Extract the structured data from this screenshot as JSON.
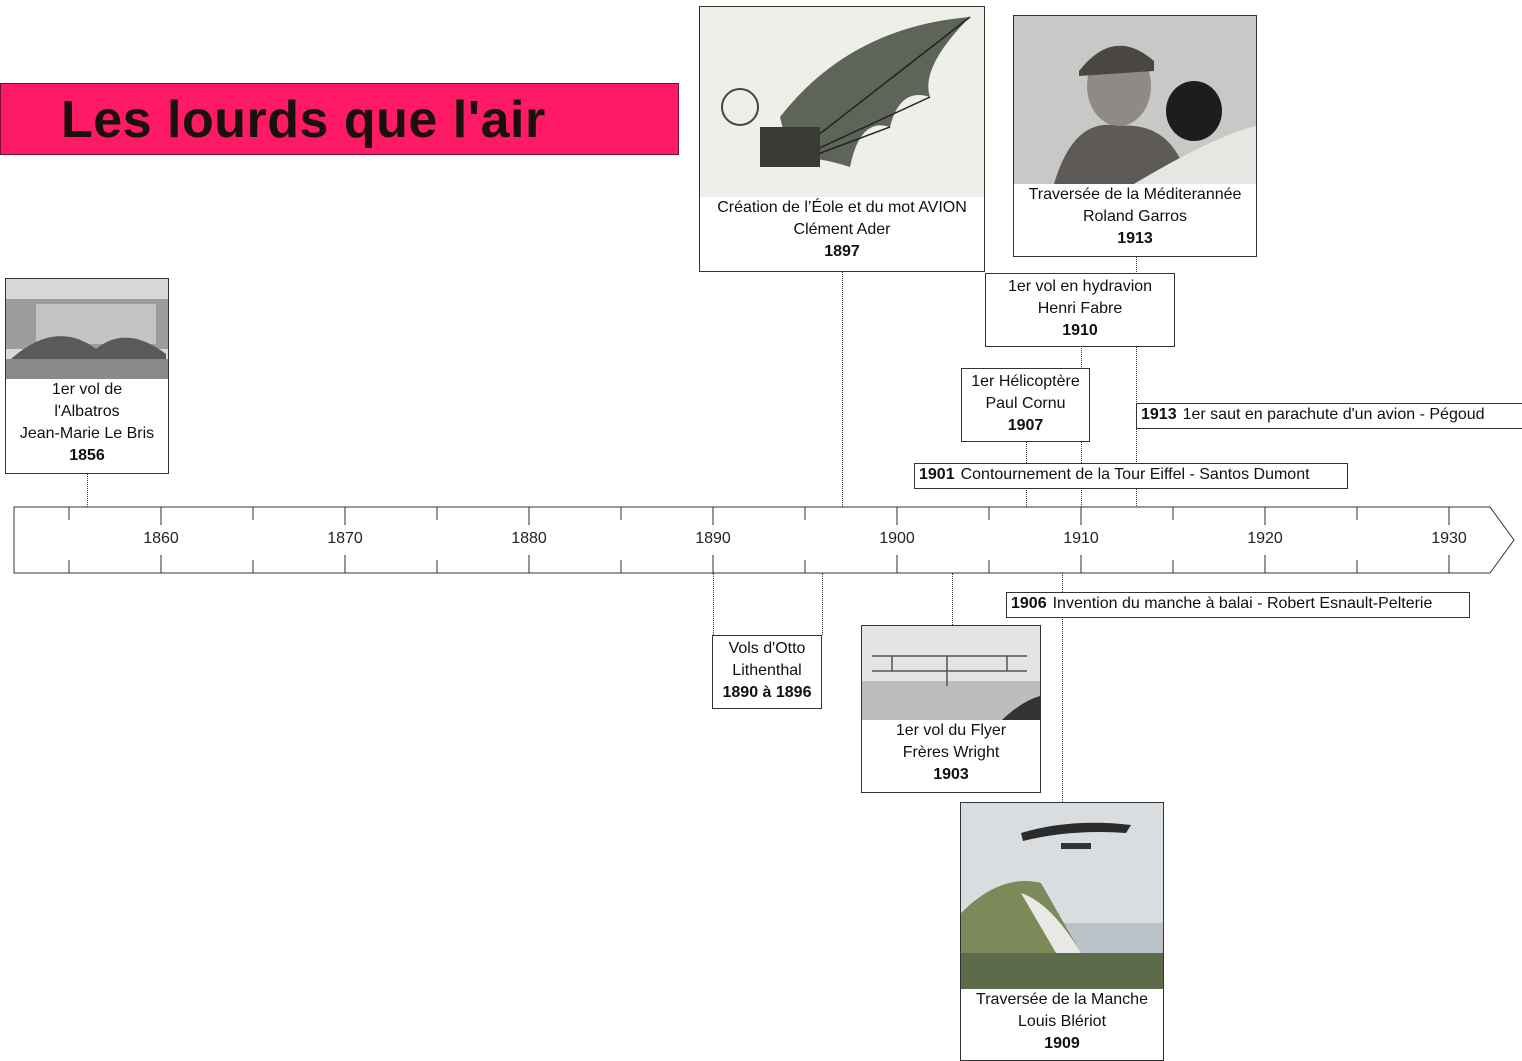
{
  "title": "Les lourds que l'air",
  "axis": {
    "ticks": [
      "1860",
      "1870",
      "1880",
      "1890",
      "1900",
      "1910",
      "1920",
      "1930"
    ]
  },
  "events": {
    "albatros": {
      "line1": "1er vol de",
      "line2": "l'Albatros",
      "line3": "Jean-Marie Le Bris",
      "year": "1856"
    },
    "eole": {
      "line1": "Création de l’Éole et du mot AVION",
      "line2": "Clément Ader",
      "year": "1897"
    },
    "garros": {
      "line1": "Traversée de la Méditerannée",
      "line2": "Roland Garros",
      "year": "1913"
    },
    "fabre": {
      "line1": "1er vol en hydravion",
      "line2": "Henri Fabre",
      "year": "1910"
    },
    "cornu": {
      "line1": "1er Hélicoptère",
      "line2": "Paul Cornu",
      "year": "1907"
    },
    "pegoud": {
      "year": "1913",
      "text": "1er saut en parachute d'un avion - Pégoud"
    },
    "dumont": {
      "year": "1901",
      "text": "Contournement de la Tour Eiffel - Santos Dumont"
    },
    "manche_balai": {
      "year": "1906",
      "text": "Invention du manche à balai - Robert Esnault-Pelterie"
    },
    "lilienthal": {
      "line1": "Vols d'Otto",
      "line2": "Lithenthal",
      "year": "1890 à 1896"
    },
    "wright": {
      "line1": "1er vol du Flyer",
      "line2": "Frères Wright",
      "year": "1903"
    },
    "bleriot": {
      "line1": "Traversée de la Manche",
      "line2": "Louis Blériot",
      "year": "1909"
    }
  }
}
